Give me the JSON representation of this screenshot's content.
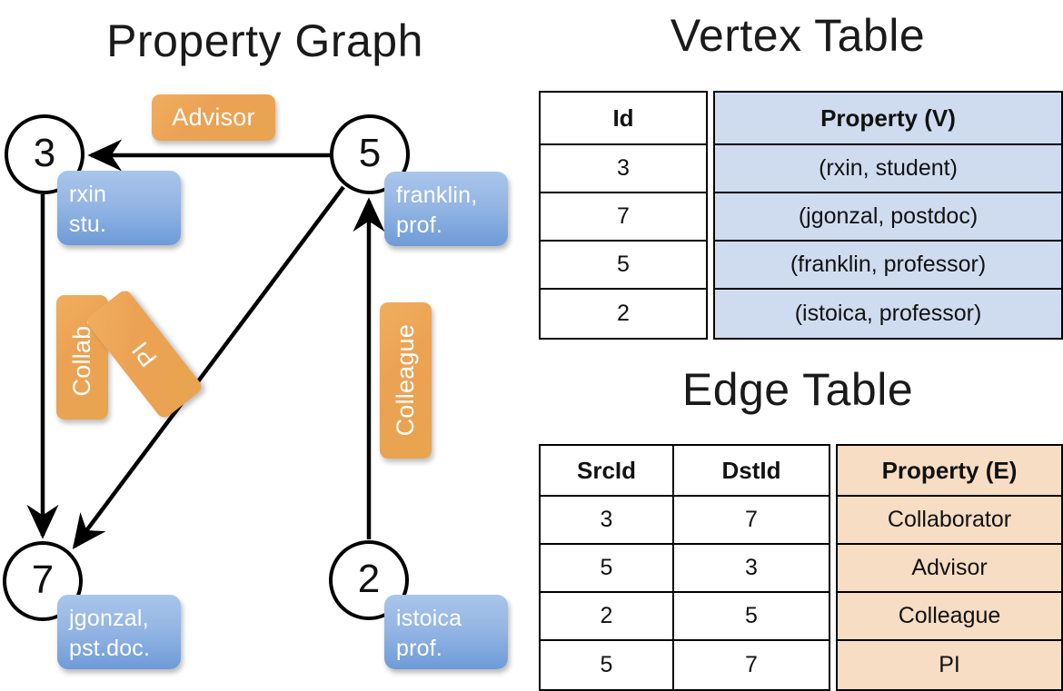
{
  "titles": {
    "graph": "Property Graph",
    "vertex_table": "Vertex Table",
    "edge_table": "Edge Table"
  },
  "colors": {
    "vertex_property_fill": "#cfdcf0",
    "edge_property_fill": "#f6ddc3",
    "node_property_box": "#8cb0e2",
    "edge_label_box": "#eca254",
    "stroke": "#000000",
    "background": "#ffffff"
  },
  "graph": {
    "nodes": [
      {
        "id": "3",
        "property_lines": [
          "rxin",
          "stu."
        ]
      },
      {
        "id": "5",
        "property_lines": [
          "franklin,",
          "prof."
        ]
      },
      {
        "id": "7",
        "property_lines": [
          "jgonzal,",
          "pst.doc."
        ]
      },
      {
        "id": "2",
        "property_lines": [
          "istoica",
          "prof."
        ]
      }
    ],
    "edge_labels": [
      {
        "name": "advisor",
        "text": "Advisor",
        "orientation": "horizontal"
      },
      {
        "name": "collab",
        "text": "Collab.",
        "orientation": "vertical"
      },
      {
        "name": "pi",
        "text": "PI",
        "orientation": "rotated"
      },
      {
        "name": "colleague",
        "text": "Colleague",
        "orientation": "vertical"
      }
    ],
    "edges": [
      {
        "src": "5",
        "dst": "3",
        "label": "Advisor"
      },
      {
        "src": "3",
        "dst": "7",
        "label": "Collab."
      },
      {
        "src": "5",
        "dst": "7",
        "label": "PI"
      },
      {
        "src": "2",
        "dst": "5",
        "label": "Colleague"
      }
    ]
  },
  "vertex_table": {
    "headers": [
      "Id",
      "Property (V)"
    ],
    "rows": [
      {
        "id": "3",
        "property": "(rxin, student)"
      },
      {
        "id": "7",
        "property": "(jgonzal, postdoc)"
      },
      {
        "id": "5",
        "property": "(franklin, professor)"
      },
      {
        "id": "2",
        "property": "(istoica, professor)"
      }
    ]
  },
  "edge_table": {
    "headers": [
      "SrcId",
      "DstId",
      "Property (E)"
    ],
    "rows": [
      {
        "src": "3",
        "dst": "7",
        "property": "Collaborator"
      },
      {
        "src": "5",
        "dst": "3",
        "property": "Advisor"
      },
      {
        "src": "2",
        "dst": "5",
        "property": "Colleague"
      },
      {
        "src": "5",
        "dst": "7",
        "property": "PI"
      }
    ]
  }
}
